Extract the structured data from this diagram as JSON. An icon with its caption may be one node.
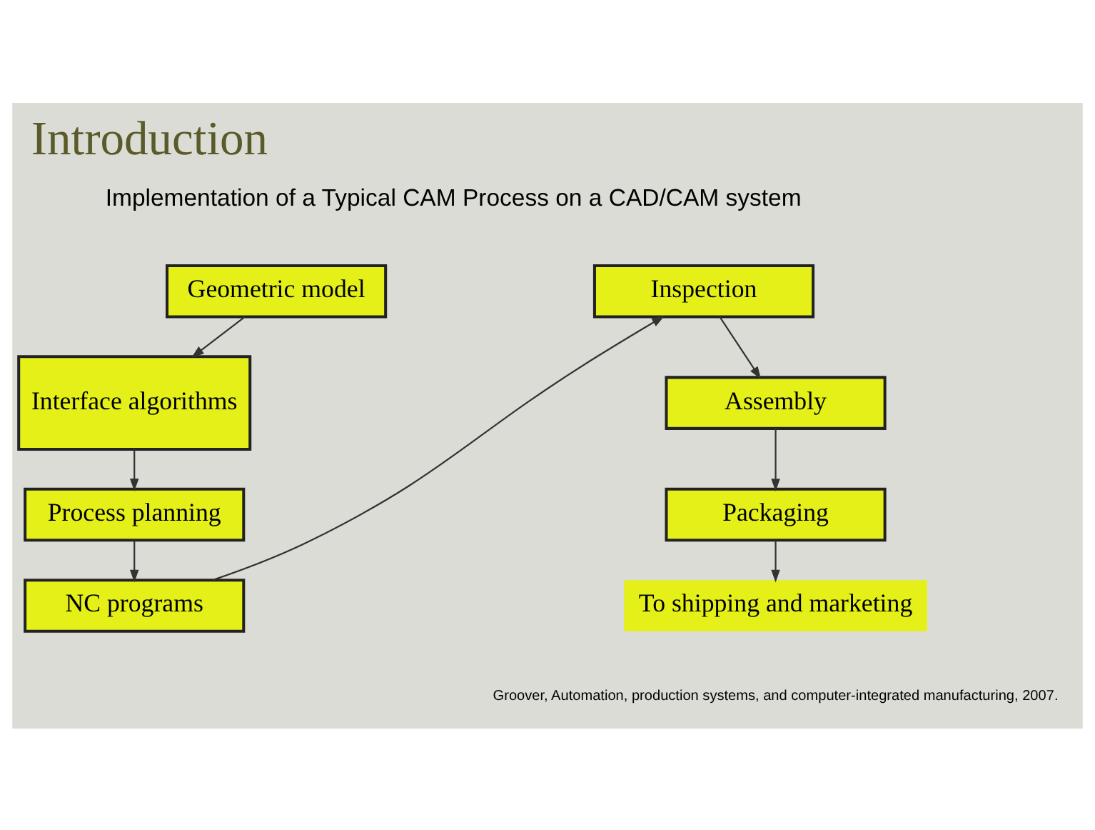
{
  "diagram": {
    "title": "Introduction",
    "nodes": [
      {
        "text": [
          "Geometric model"
        ]
      },
      {
        "text": [
          "Interface algorithms"
        ]
      },
      {
        "text": [
          "Process planning"
        ]
      },
      {
        "text": [
          "NC programs"
        ]
      },
      {
        "text": [
          "Inspection"
        ]
      },
      {
        "text": [
          "Assembly"
        ]
      },
      {
        "text": [
          "Packaging"
        ]
      },
      {
        "text": [
          "To shipping and marketing"
        ]
      }
    ],
    "edges": [
      {
        "from": 0,
        "to": 1,
        "arrow": "to"
      },
      {
        "from": 1,
        "to": 2,
        "arrow": "to"
      },
      {
        "from": 2,
        "to": 3,
        "arrow": "to"
      },
      {
        "from": 3,
        "to": 4,
        "arrow": "to"
      },
      {
        "from": 4,
        "to": 5,
        "arrow": "to"
      },
      {
        "from": 5,
        "to": 6,
        "arrow": "to"
      },
      {
        "from": 6,
        "to": 7,
        "arrow": "to"
      }
    ],
    "labels": [
      "Implementation of a Typical CAM Process on a CAD/CAM system",
      "Groover, Automation, production systems, and computer-integrated manufacturing, 2007."
    ]
  }
}
